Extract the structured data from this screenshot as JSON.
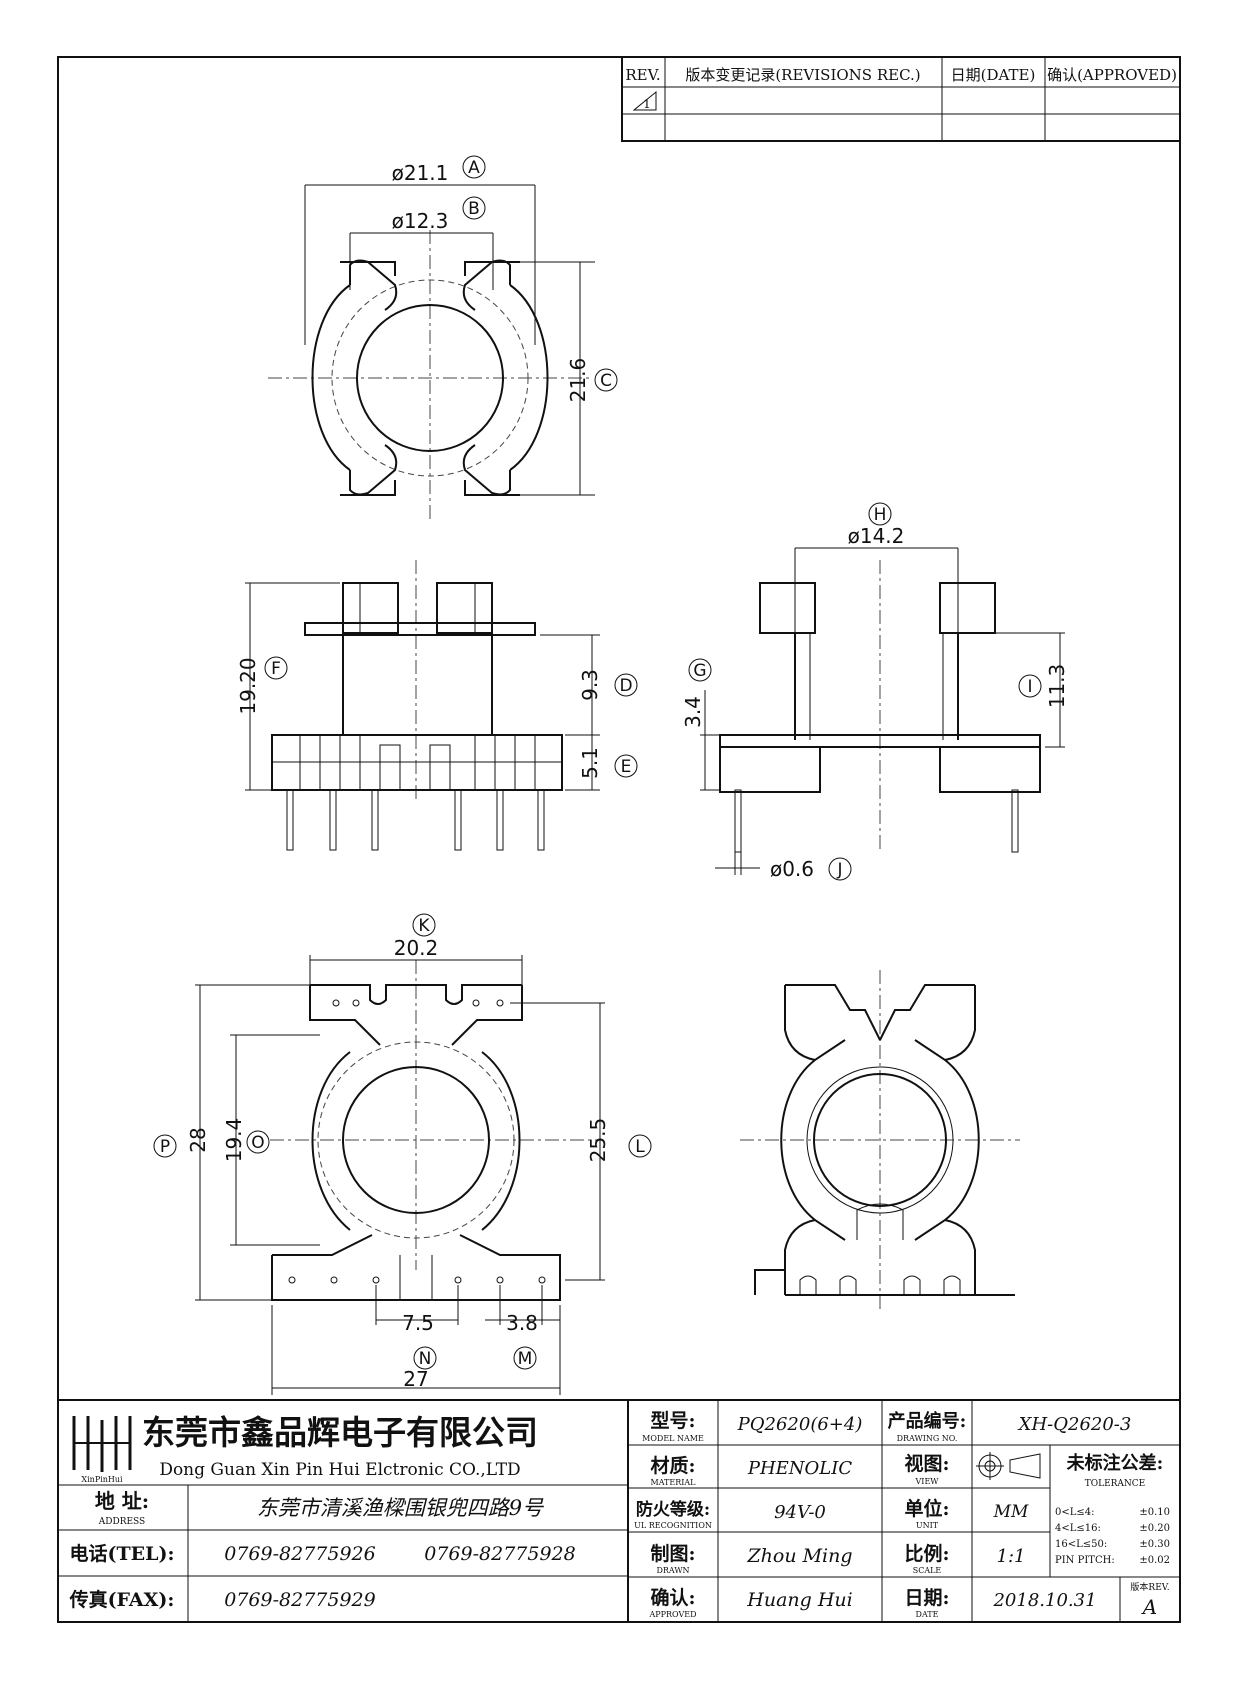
{
  "revision_table": {
    "col_rev": "REV.",
    "col_record": "版本变更记录(REVISIONS REC.)",
    "col_date": "日期(DATE)",
    "col_approved": "确认(APPROVED)",
    "rows": [
      {
        "rev": "1"
      },
      {
        "rev": ""
      }
    ]
  },
  "dimensions": {
    "a": "ø21.1",
    "b": "ø12.3",
    "c": "21.6",
    "f": "19.20",
    "d": "9.3",
    "e": "5.1",
    "h": "ø14.2",
    "g": "3.4",
    "i": "11.3",
    "j": "ø0.6",
    "k": "20.2",
    "p": "28",
    "o": "19.4",
    "l": "25.5",
    "n": "7.5",
    "m": "3.8",
    "bottom": "27"
  },
  "callouts": {
    "a": "A",
    "b": "B",
    "c": "C",
    "d": "D",
    "e": "E",
    "f": "F",
    "g": "G",
    "h": "H",
    "i": "I",
    "j": "J",
    "k": "K",
    "l": "L",
    "m": "M",
    "n": "N",
    "o": "O",
    "p": "P"
  },
  "title_block": {
    "company_cn": "东莞市鑫品辉电子有限公司",
    "company_en": "Dong Guan Xin Pin Hui Elctronic CO.,LTD",
    "logo_text": "XinPinHui",
    "address_label": "地 址:",
    "address_label_en": "ADDRESS",
    "address": "东莞市清溪渔樑围银兜四路9号",
    "tel_label": "电话(TEL):",
    "tel1": "0769-82775926",
    "tel2": "0769-82775928",
    "fax_label": "传真(FAX):",
    "fax": "0769-82775929",
    "model_label": "型号:",
    "model_label_en": "MODEL NAME",
    "model": "PQ2620(6+4)",
    "material_label": "材质:",
    "material_label_en": "MATERIAL",
    "material": "PHENOLIC",
    "fire_label": "防火等级:",
    "fire_label_en": "UL RECOGNITION",
    "fire": "94V-0",
    "drawn_label": "制图:",
    "drawn_label_en": "DRAWN",
    "drawn": "Zhou Ming",
    "approved_label": "确认:",
    "approved_label_en": "APPROVED",
    "approved": "Huang Hui",
    "drawing_no_label": "产品编号:",
    "drawing_no_label_en": "DRAWING NO.",
    "drawing_no": "XH-Q2620-3",
    "view_label": "视图:",
    "view_label_en": "VIEW",
    "unit_label": "单位:",
    "unit_label_en": "UNIT",
    "unit": "MM",
    "scale_label": "比例:",
    "scale_label_en": "SCALE",
    "scale": "1:1",
    "date_label": "日期:",
    "date_label_en": "DATE",
    "date": "2018.10.31",
    "tolerance_label": "未标注公差:",
    "tolerance_label_en": "TOLERANCE",
    "tolerances": [
      {
        "range": "0<L≤4:",
        "value": "±0.10"
      },
      {
        "range": "4<L≤16:",
        "value": "±0.20"
      },
      {
        "range": "16<L≤50:",
        "value": "±0.30"
      },
      {
        "range": "PIN PITCH:",
        "value": "±0.02"
      }
    ],
    "rev_label": "版本REV.",
    "rev": "A"
  }
}
